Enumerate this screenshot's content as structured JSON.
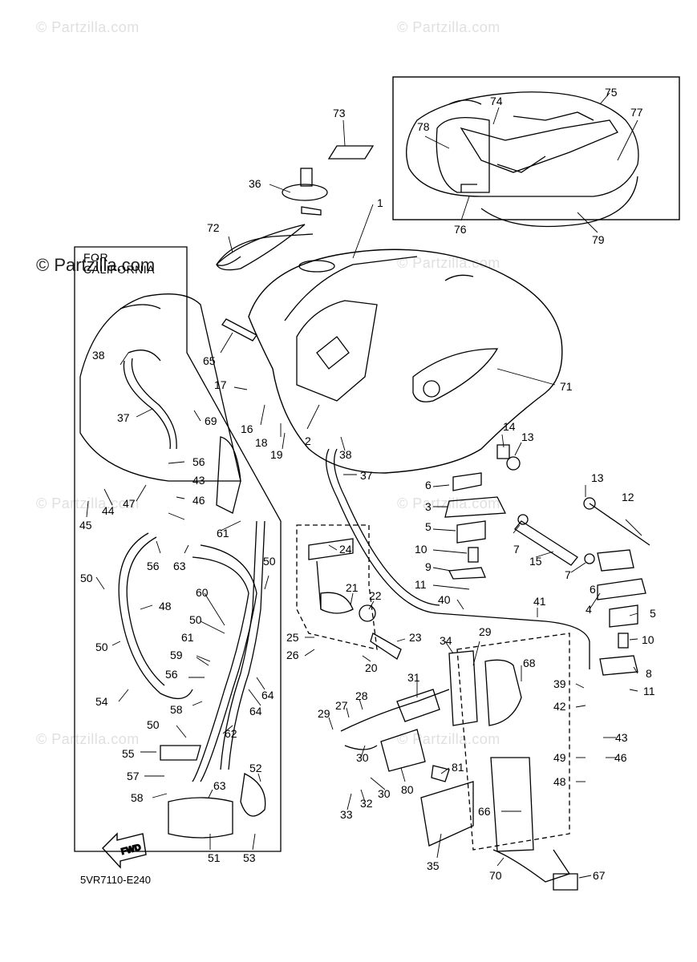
{
  "watermark": "© Partzilla.com",
  "california_label": [
    "FOR",
    "CALIFORNIA"
  ],
  "diagram_code": "5VR7110-E240",
  "fwd_label": "FWD",
  "part_numbers": [
    "1",
    "2",
    "3",
    "4",
    "5",
    "6",
    "7",
    "8",
    "9",
    "10",
    "11",
    "12",
    "13",
    "14",
    "15",
    "16",
    "17",
    "18",
    "19",
    "20",
    "21",
    "22",
    "23",
    "24",
    "25",
    "26",
    "27",
    "28",
    "29",
    "30",
    "31",
    "32",
    "33",
    "34",
    "35",
    "36",
    "37",
    "38",
    "39",
    "40",
    "41",
    "42",
    "43",
    "44",
    "45",
    "46",
    "47",
    "48",
    "49",
    "50",
    "51",
    "52",
    "53",
    "54",
    "55",
    "56",
    "57",
    "58",
    "59",
    "60",
    "61",
    "62",
    "63",
    "64",
    "65",
    "66",
    "67",
    "68",
    "69",
    "70",
    "71",
    "72",
    "73",
    "74",
    "75",
    "76",
    "77",
    "78",
    "79",
    "80",
    "81"
  ]
}
